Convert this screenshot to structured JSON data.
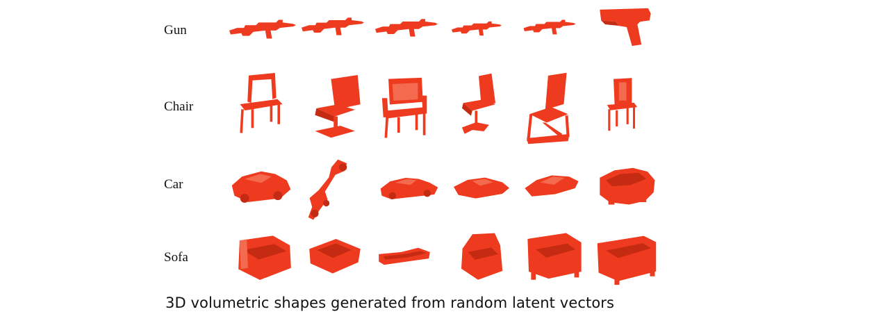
{
  "rows": [
    {
      "label": "Gun"
    },
    {
      "label": "Chair"
    },
    {
      "label": "Car"
    },
    {
      "label": "Sofa"
    }
  ],
  "caption": "3D volumetric shapes generated from random latent vectors",
  "colors": {
    "shape": "#ee3a1e",
    "shape_dark": "#c52b12",
    "text": "#111111",
    "background": "#ffffff"
  }
}
